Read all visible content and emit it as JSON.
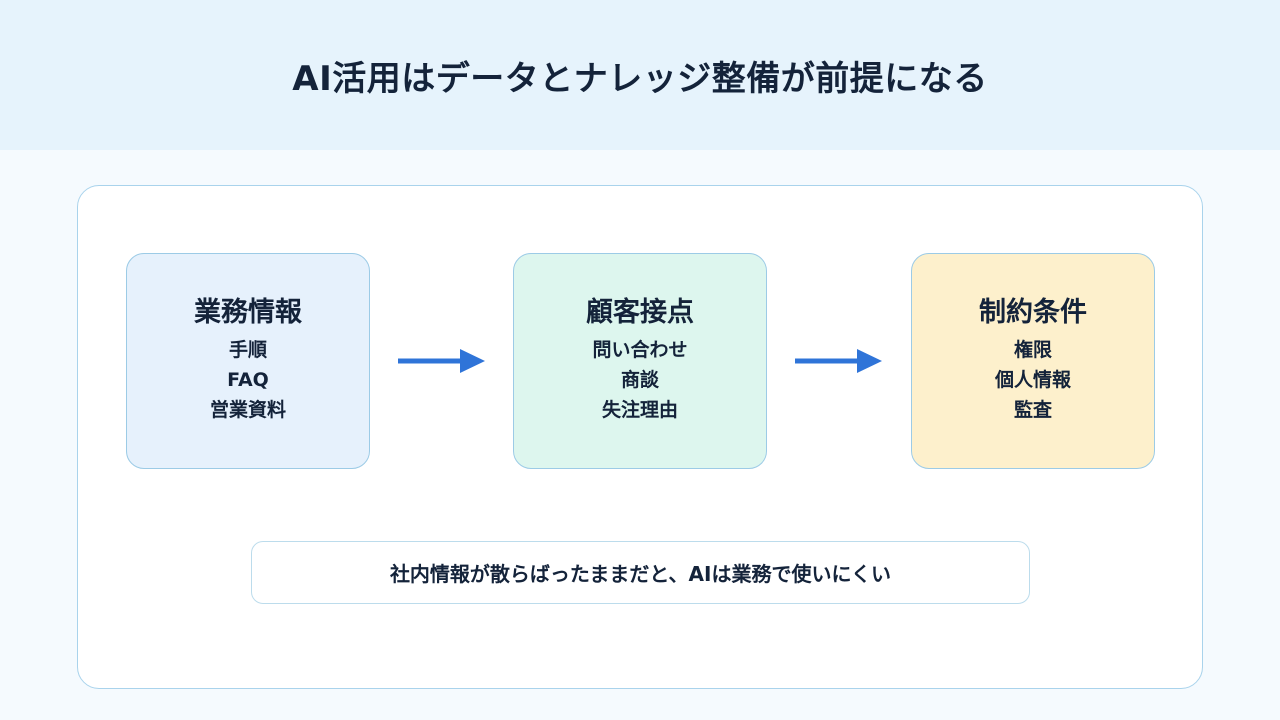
{
  "header": {
    "title": "AI活用はデータとナレッジ整備が前提になる"
  },
  "boxes": [
    {
      "title": "業務情報",
      "items": [
        "手順",
        "FAQ",
        "営業資料"
      ]
    },
    {
      "title": "顧客接点",
      "items": [
        "問い合わせ",
        "商談",
        "失注理由"
      ]
    },
    {
      "title": "制約条件",
      "items": [
        "権限",
        "個人情報",
        "監査"
      ]
    }
  ],
  "note": {
    "text": "社内情報が散らばったままだと、AIは業務で使いにくい"
  },
  "colors": {
    "header_bg": "#e6f3fc",
    "box1_bg": "#e6f1fc",
    "box2_bg": "#ddf6ee",
    "box3_bg": "#fdf0cc",
    "arrow": "#2f74d8",
    "text": "#14233a"
  }
}
